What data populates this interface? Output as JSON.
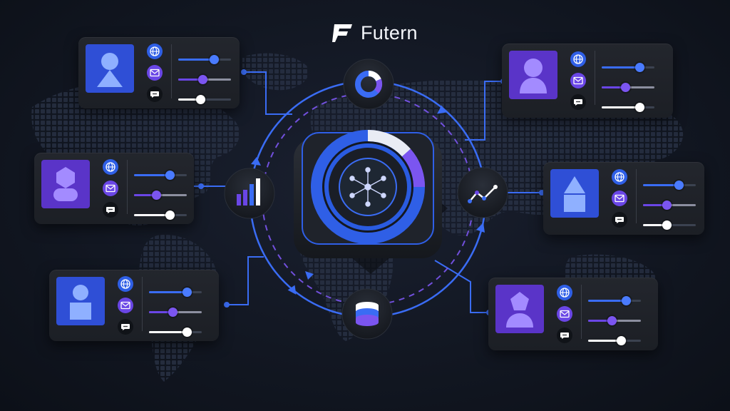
{
  "brand": {
    "name": "Futern",
    "logo_icon": "futern-logo-icon"
  },
  "colors": {
    "blue": "#2f5fe6",
    "purple": "#6a46e6",
    "ring_blue": "#3a6cf4",
    "dark_node": "#1b1f27"
  },
  "hub": {
    "icon": "network-hub-icon"
  },
  "nodes": [
    {
      "id": "top",
      "icon": "donut-chart-icon"
    },
    {
      "id": "left",
      "icon": "bar-chart-icon"
    },
    {
      "id": "right",
      "icon": "trend-line-icon"
    },
    {
      "id": "bottom",
      "icon": "database-icon"
    }
  ],
  "profiles": [
    {
      "id": "top-left",
      "avatar_color": "blue",
      "avatar_icon": "person-icon",
      "icons": [
        "globe-icon",
        "mail-icon",
        "chat-icon"
      ],
      "sliders": [
        {
          "color": "blue",
          "level": 0.68
        },
        {
          "color": "purple",
          "level": 0.46
        },
        {
          "color": "white",
          "level": 0.42
        }
      ]
    },
    {
      "id": "mid-left",
      "avatar_color": "purple",
      "avatar_icon": "hexagon-person-icon",
      "icons": [
        "globe-icon",
        "mail-icon",
        "chat-icon"
      ],
      "sliders": [
        {
          "color": "blue",
          "level": 0.68
        },
        {
          "color": "purple",
          "level": 0.42
        },
        {
          "color": "white",
          "level": 0.68
        }
      ]
    },
    {
      "id": "bottom-left",
      "avatar_color": "blue",
      "avatar_icon": "square-person-icon",
      "icons": [
        "globe-icon",
        "mail-icon",
        "chat-icon"
      ],
      "sliders": [
        {
          "color": "blue",
          "level": 0.72
        },
        {
          "color": "purple",
          "level": 0.45
        },
        {
          "color": "white",
          "level": 0.72
        }
      ]
    },
    {
      "id": "top-right",
      "avatar_color": "purple",
      "avatar_icon": "person-icon",
      "icons": [
        "globe-icon",
        "mail-icon",
        "chat-icon"
      ],
      "sliders": [
        {
          "color": "blue",
          "level": 0.72
        },
        {
          "color": "purple",
          "level": 0.45
        },
        {
          "color": "white",
          "level": 0.72
        }
      ]
    },
    {
      "id": "mid-right",
      "avatar_color": "blue",
      "avatar_icon": "triangle-person-icon",
      "icons": [
        "globe-icon",
        "mail-icon",
        "chat-icon"
      ],
      "sliders": [
        {
          "color": "blue",
          "level": 0.68
        },
        {
          "color": "purple",
          "level": 0.45
        },
        {
          "color": "white",
          "level": 0.45
        }
      ]
    },
    {
      "id": "bottom-right",
      "avatar_color": "purple",
      "avatar_icon": "pentagon-person-icon",
      "icons": [
        "globe-icon",
        "mail-icon",
        "chat-icon"
      ],
      "sliders": [
        {
          "color": "blue",
          "level": 0.72
        },
        {
          "color": "purple",
          "level": 0.45
        },
        {
          "color": "white",
          "level": 0.62
        }
      ]
    }
  ]
}
